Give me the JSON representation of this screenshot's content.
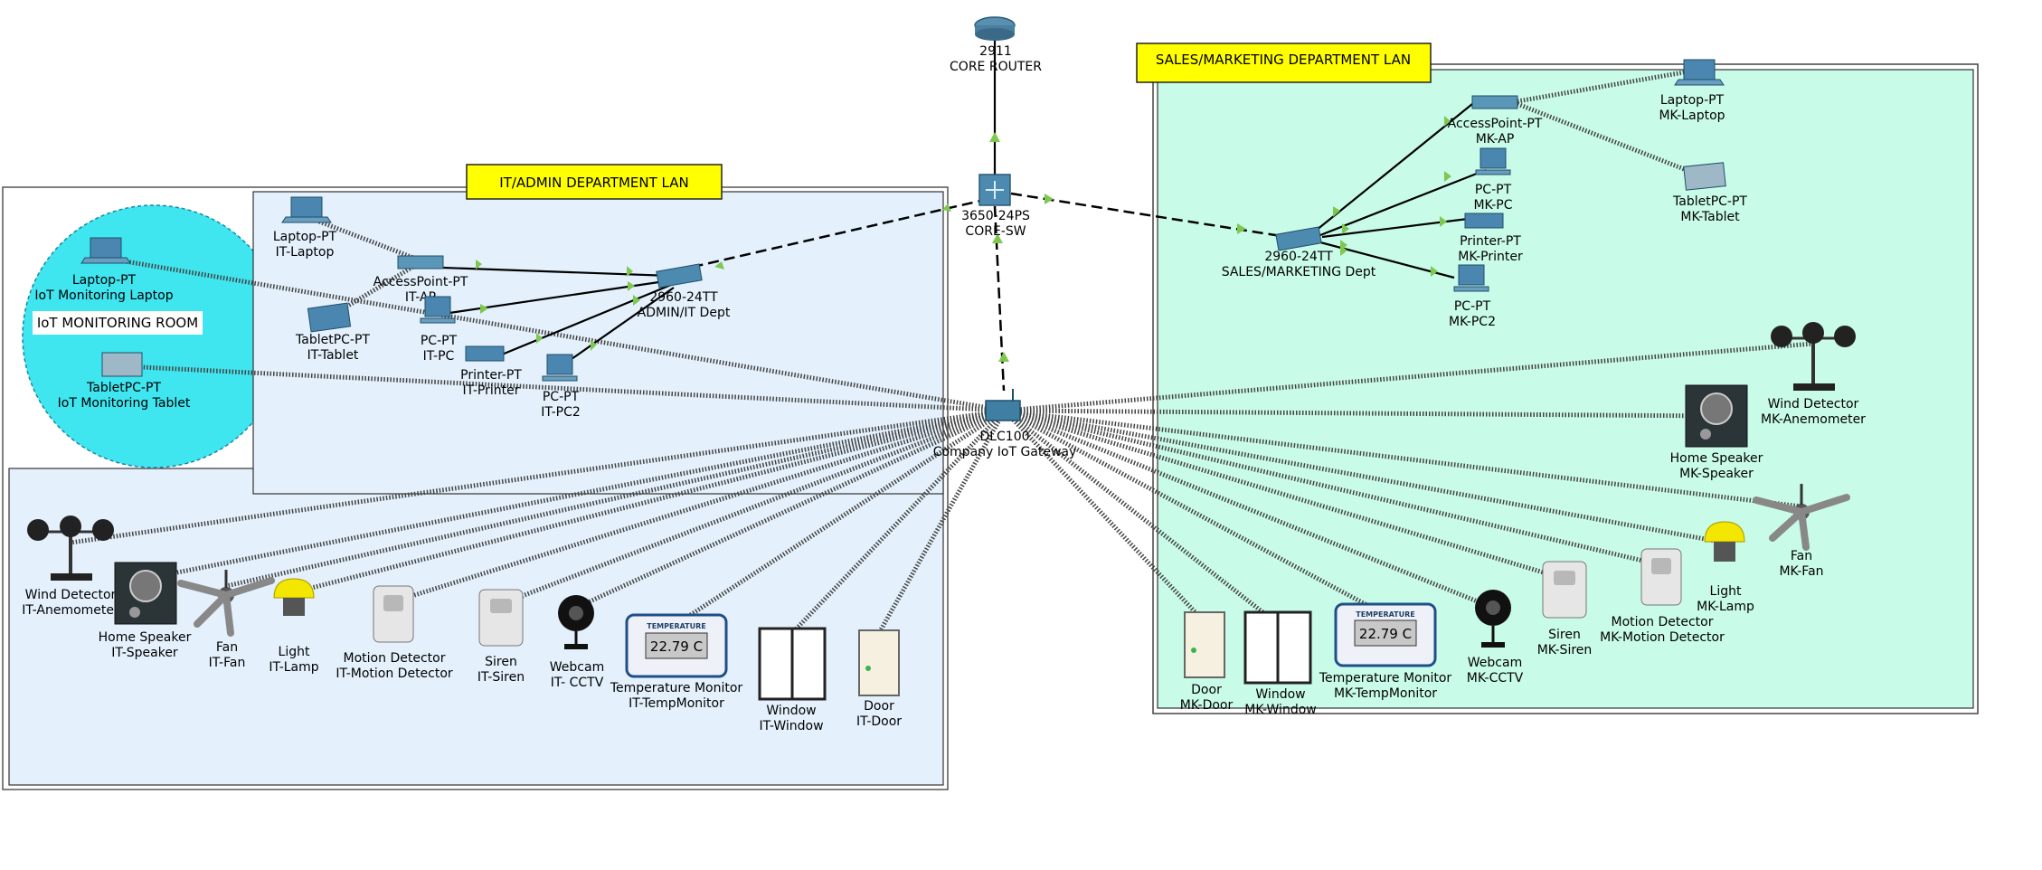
{
  "areas": {
    "it_lan_label": "IT/ADMIN DEPARTMENT LAN",
    "sales_lan_label": "SALES/MARKETING DEPARTMENT LAN",
    "iot_room_label": "IoT MONITORING ROOM"
  },
  "core": {
    "router": {
      "line1": "2911",
      "line2": "CORE ROUTER"
    },
    "switch": {
      "line1": "3650-24PS",
      "line2": "CORE-SW"
    },
    "gateway": {
      "line1": "DLC100",
      "line2": "Company IoT Gateway"
    }
  },
  "it": {
    "laptop": {
      "line1": "Laptop-PT",
      "line2": "IT-Laptop"
    },
    "ap": {
      "line1": "AccessPoint-PT",
      "line2": "IT-AP"
    },
    "tablet": {
      "line1": "TabletPC-PT",
      "line2": "IT-Tablet"
    },
    "pc": {
      "line1": "PC-PT",
      "line2": "IT-PC"
    },
    "printer": {
      "line1": "Printer-PT",
      "line2": "IT-Printer"
    },
    "pc2": {
      "line1": "PC-PT",
      "line2": "IT-PC2"
    },
    "switch": {
      "line1": "2960-24TT",
      "line2": "ADMIN/IT Dept"
    },
    "wind": {
      "line1": "Wind Detector",
      "line2": "IT-Anemometer"
    },
    "speaker": {
      "line1": "Home Speaker",
      "line2": "IT-Speaker"
    },
    "fan": {
      "line1": "Fan",
      "line2": "IT-Fan"
    },
    "lamp": {
      "line1": "Light",
      "line2": "IT-Lamp"
    },
    "motion": {
      "line1": "Motion Detector",
      "line2": "IT-Motion Detector"
    },
    "siren": {
      "line1": "Siren",
      "line2": "IT-Siren"
    },
    "webcam": {
      "line1": "Webcam",
      "line2": "IT- CCTV"
    },
    "temp": {
      "line1": "Temperature Monitor",
      "line2": "IT-TempMonitor",
      "reading": "22.79 C",
      "header": "TEMPERATURE"
    },
    "window": {
      "line1": "Window",
      "line2": "IT-Window"
    },
    "door": {
      "line1": "Door",
      "line2": "IT-Door"
    }
  },
  "iot_room": {
    "laptop": {
      "line1": "Laptop-PT",
      "line2": "IoT Monitoring Laptop"
    },
    "tablet": {
      "line1": "TabletPC-PT",
      "line2": "IoT Monitoring Tablet"
    }
  },
  "mk": {
    "switch": {
      "line1": "2960-24TT",
      "line2": "SALES/MARKETING Dept"
    },
    "ap": {
      "line1": "AccessPoint-PT",
      "line2": "MK-AP"
    },
    "laptop": {
      "line1": "Laptop-PT",
      "line2": "MK-Laptop"
    },
    "pc": {
      "line1": "PC-PT",
      "line2": "MK-PC"
    },
    "tablet": {
      "line1": "TabletPC-PT",
      "line2": "MK-Tablet"
    },
    "printer": {
      "line1": "Printer-PT",
      "line2": "MK-Printer"
    },
    "pc2": {
      "line1": "PC-PT",
      "line2": "MK-PC2"
    },
    "wind": {
      "line1": "Wind Detector",
      "line2": "MK-Anemometer"
    },
    "speaker": {
      "line1": "Home Speaker",
      "line2": "MK-Speaker"
    },
    "fan": {
      "line1": "Fan",
      "line2": "MK-Fan"
    },
    "lamp": {
      "line1": "Light",
      "line2": "MK-Lamp"
    },
    "motion": {
      "line1": "Motion Detector",
      "line2": "MK-Motion Detector"
    },
    "siren": {
      "line1": "Siren",
      "line2": "MK-Siren"
    },
    "webcam": {
      "line1": "Webcam",
      "line2": "MK-CCTV"
    },
    "temp": {
      "line1": "Temperature Monitor",
      "line2": "MK-TempMonitor",
      "reading": "22.79 C",
      "header": "TEMPERATURE"
    },
    "window": {
      "line1": "Window",
      "line2": "MK-Window"
    },
    "door": {
      "line1": "Door",
      "line2": "MK-Door"
    }
  },
  "colors": {
    "it_area": "#e4f1fc",
    "sales_area": "#c9fbe9",
    "iot_room": "#3fe5ef",
    "title_fill": "#ffff00",
    "link_arrow": "#7ec850"
  }
}
